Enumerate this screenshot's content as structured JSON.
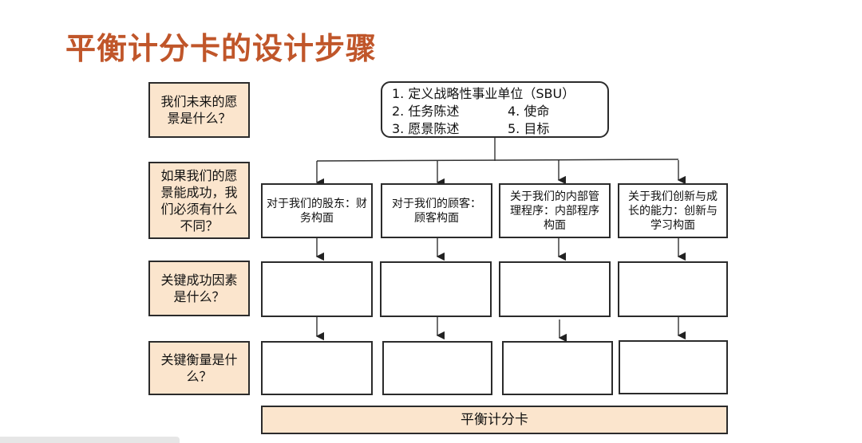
{
  "title": "平衡计分卡的设计步骤",
  "questions": [
    "我们未来的愿景是什么？",
    "如果我们的愿景能成功，我们必须有什么不同？",
    "关键成功因素是什么？",
    "关键衡量是什么？"
  ],
  "top_box": {
    "line1": "1. 定义战略性事业单位（SBU）",
    "line2_left": "2. 任务陈述",
    "line2_right": "4. 使命",
    "line3_left": "3. 愿景陈述",
    "line3_right": "5. 目标"
  },
  "perspectives": [
    "对于我们的股东：财务构面",
    "对于我们的顾客：顾客构面",
    "关于我们的内部管理程序：内部程序构面",
    "关于我们创新与成长的能力：创新与学习构面"
  ],
  "scorecard_label": "平衡计分卡",
  "colors": {
    "title": "#c0562a",
    "question_fill": "#fbe5cd",
    "border": "#2b2b2b"
  }
}
